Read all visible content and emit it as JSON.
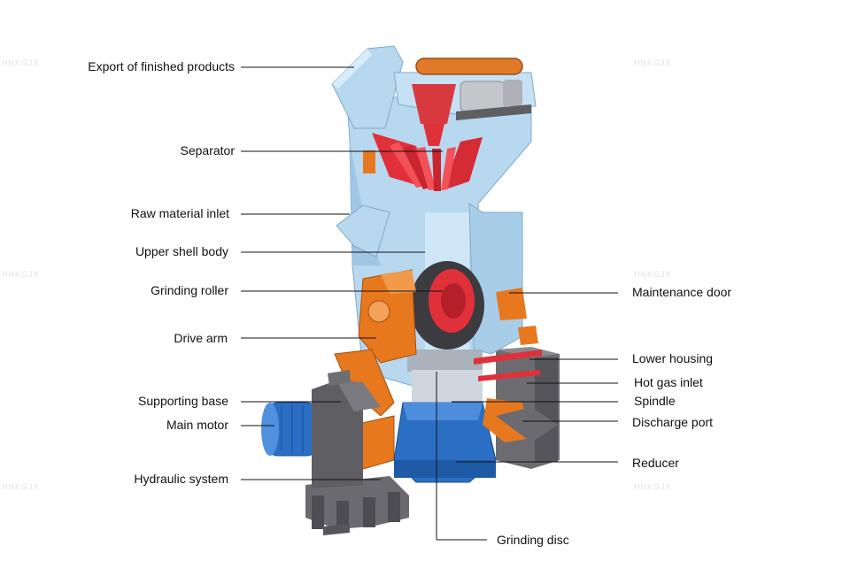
{
  "watermark": "HNKGJX",
  "colors": {
    "shell": "#b7d8ef",
    "shell_dark": "#8fb9d8",
    "separator_red": "#e0303a",
    "arm_orange": "#e8781e",
    "motor_blue": "#2b6fc4",
    "base_grey": "#5e5e63",
    "leader": "#111111"
  },
  "left_labels": [
    "Export of finished products",
    "Separator",
    "Raw material inlet",
    "Upper shell body",
    "Grinding roller",
    "Drive arm",
    "Supporting base",
    "Main motor",
    "Hydraulic system"
  ],
  "right_labels": [
    "Maintenance door",
    "Lower housing",
    "Hot gas inlet",
    "Spindle",
    "Discharge port",
    "Reducer"
  ],
  "bottom_label": "Grinding disc"
}
